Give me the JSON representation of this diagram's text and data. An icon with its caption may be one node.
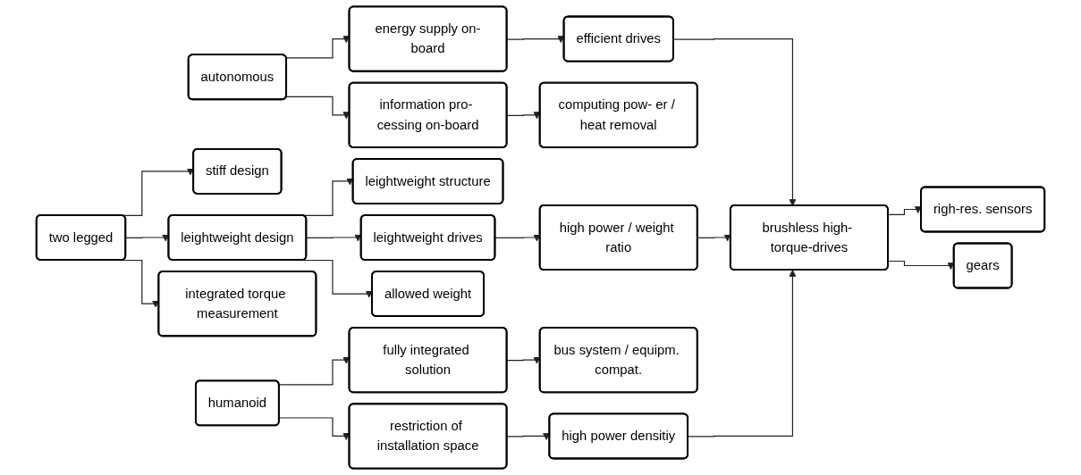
{
  "diagram": {
    "nodes": [
      {
        "text": [
          "autonomous"
        ]
      },
      {
        "text": [
          "energy supply on-board"
        ]
      },
      {
        "text": [
          "information pro- cessing on-board"
        ]
      },
      {
        "text": [
          "computing pow- er / heat removal"
        ]
      },
      {
        "text": [
          "two legged"
        ]
      },
      {
        "text": [
          "stiff design"
        ]
      },
      {
        "text": [
          "leightweight design"
        ]
      },
      {
        "text": [
          "integrated torque measurement"
        ]
      },
      {
        "text": [
          "leightweight structure"
        ]
      },
      {
        "text": [
          "leightweight drives"
        ]
      },
      {
        "text": [
          "allowed weight"
        ]
      },
      {
        "text": [
          "humanoid"
        ]
      },
      {
        "text": [
          "fully integrated solution"
        ]
      },
      {
        "text": [
          "restriction of installation space"
        ]
      },
      {
        "text": [
          "bus system / equipm. compat."
        ]
      },
      {
        "text": [
          "efficient drives"
        ]
      },
      {
        "text": [
          "high power / weight ratio"
        ]
      },
      {
        "text": [
          "high power densitiy"
        ]
      },
      {
        "text": [
          "brushless high- torque-drives"
        ]
      },
      {
        "text": [
          "righ-res. sensors"
        ]
      },
      {
        "text": [
          "gears"
        ]
      }
    ],
    "edges": [
      {
        "from": 0,
        "to": 1,
        "arrow": "to"
      },
      {
        "from": 0,
        "to": 2,
        "arrow": "to"
      },
      {
        "from": 2,
        "to": 3,
        "arrow": "to"
      },
      {
        "from": 4,
        "to": 5,
        "arrow": "to"
      },
      {
        "from": 4,
        "to": 6,
        "arrow": "to"
      },
      {
        "from": 4,
        "to": 7,
        "arrow": "to"
      },
      {
        "from": 6,
        "to": 8,
        "arrow": "to"
      },
      {
        "from": 6,
        "to": 9,
        "arrow": "to"
      },
      {
        "from": 6,
        "to": 10,
        "arrow": "to"
      },
      {
        "from": 11,
        "to": 12,
        "arrow": "to"
      },
      {
        "from": 11,
        "to": 13,
        "arrow": "to"
      },
      {
        "from": 12,
        "to": 14,
        "arrow": "to"
      },
      {
        "from": 1,
        "to": 15,
        "arrow": "to"
      },
      {
        "from": 9,
        "to": 16,
        "arrow": "to"
      },
      {
        "from": 13,
        "to": 17,
        "arrow": "to"
      },
      {
        "from": 15,
        "to": 18,
        "arrow": "to"
      },
      {
        "from": 16,
        "to": 18,
        "arrow": "to"
      },
      {
        "from": 17,
        "to": 18,
        "arrow": "to"
      },
      {
        "from": 18,
        "to": 19,
        "arrow": "to"
      },
      {
        "from": 18,
        "to": 20,
        "arrow": "to"
      }
    ]
  }
}
